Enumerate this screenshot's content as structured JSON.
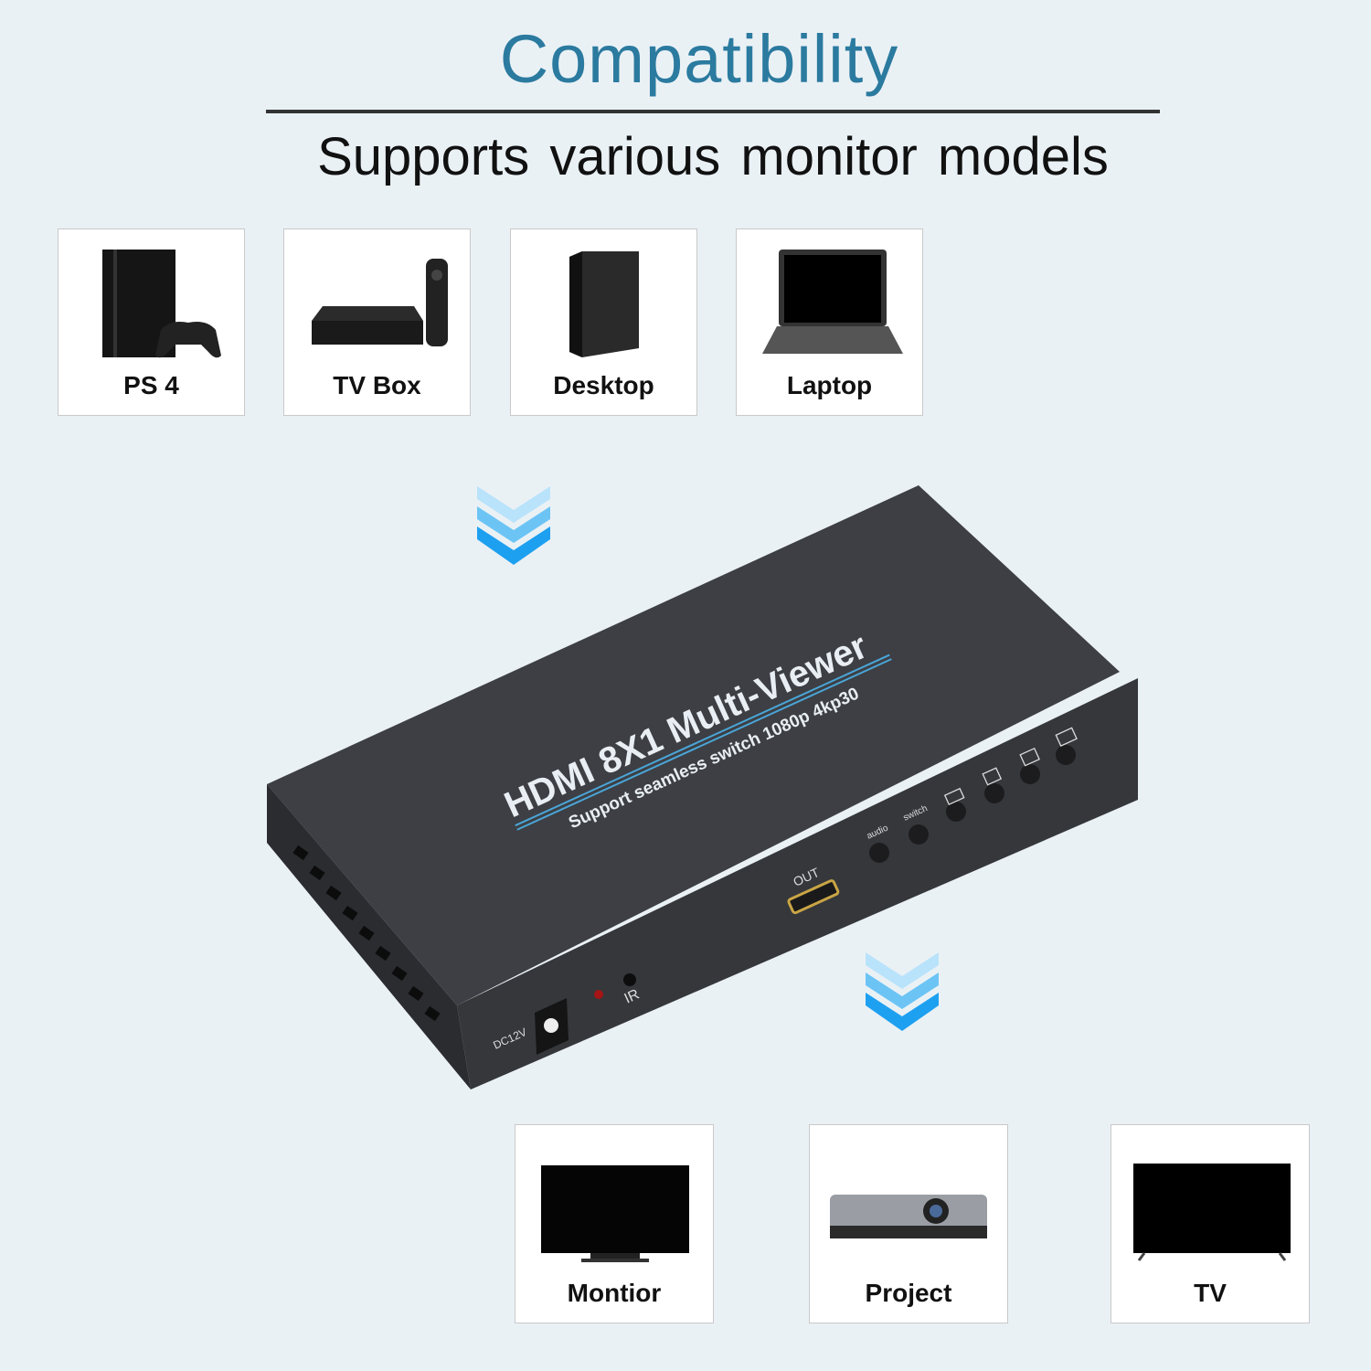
{
  "header": {
    "title": "Compatibility",
    "subtitle": "Supports various monitor models"
  },
  "sources": [
    {
      "label": "PS 4",
      "icon": "game-console-icon"
    },
    {
      "label": "TV Box",
      "icon": "tv-box-icon"
    },
    {
      "label": "Desktop",
      "icon": "desktop-tower-icon"
    },
    {
      "label": "Laptop",
      "icon": "laptop-icon"
    }
  ],
  "device": {
    "name": "HDMI 8X1 Multi-Viewer",
    "tagline": "Support seamless switch 1080p 4kp30",
    "ports": {
      "out": "OUT",
      "ir": "IR",
      "power": "DC12V"
    },
    "buttons": [
      "audio",
      "switch"
    ]
  },
  "displays": [
    {
      "label": "Montior",
      "icon": "monitor-icon"
    },
    {
      "label": "Project",
      "icon": "projector-icon"
    },
    {
      "label": "TV",
      "icon": "tv-icon"
    }
  ],
  "colors": {
    "title": "#2b7a9f",
    "background": "#eaf1f5",
    "arrow": "#1ea0f0",
    "device": "#3a3c40"
  }
}
